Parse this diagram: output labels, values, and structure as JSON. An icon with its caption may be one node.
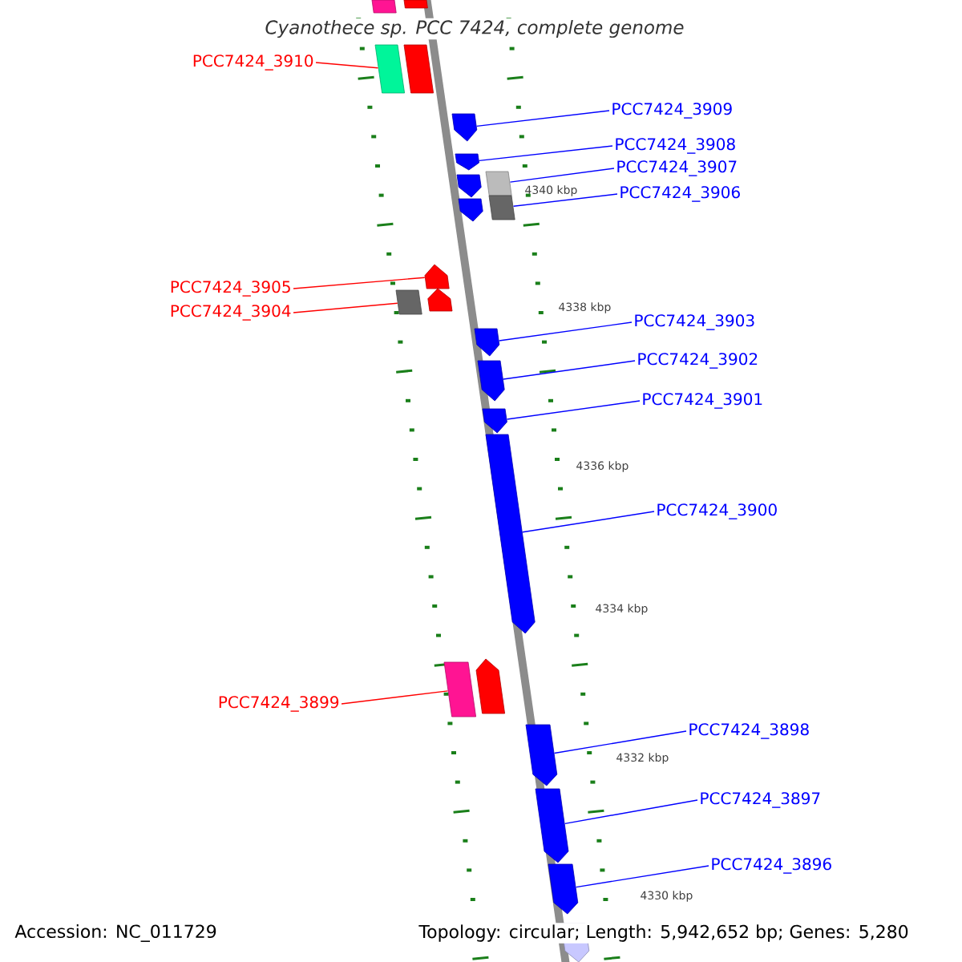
{
  "diagram": {
    "title": "Cyanothece sp. PCC 7424, complete genome",
    "nodes": [
      {
        "text": [
          "PCC7424_3910"
        ]
      },
      {
        "text": [
          "PCC7424_3909"
        ]
      },
      {
        "text": [
          "PCC7424_3908"
        ]
      },
      {
        "text": [
          "PCC7424_3907"
        ]
      },
      {
        "text": [
          "PCC7424_3906"
        ]
      },
      {
        "text": [
          "PCC7424_3905"
        ]
      },
      {
        "text": [
          "PCC7424_3904"
        ]
      },
      {
        "text": [
          "PCC7424_3903"
        ]
      },
      {
        "text": [
          "PCC7424_3902"
        ]
      },
      {
        "text": [
          "PCC7424_3901"
        ]
      },
      {
        "text": [
          "PCC7424_3900"
        ]
      },
      {
        "text": [
          "PCC7424_3899"
        ]
      },
      {
        "text": [
          "PCC7424_3898"
        ]
      },
      {
        "text": [
          "PCC7424_3897"
        ]
      },
      {
        "text": [
          "PCC7424_3896"
        ]
      },
      {
        "text": [],
        "shape": "box"
      },
      {
        "text": [],
        "shape": "box"
      },
      {
        "text": [],
        "shape": "box"
      },
      {
        "text": [],
        "shape": "box"
      },
      {
        "text": [],
        "shape": "pentagon"
      },
      {
        "text": [],
        "shape": "pentagon"
      },
      {
        "text": [],
        "shape": "box"
      },
      {
        "text": [],
        "shape": "pentagon"
      },
      {
        "text": [],
        "shape": "box"
      },
      {
        "text": [],
        "shape": "pentagon"
      },
      {
        "text": [],
        "shape": "pentagon"
      },
      {
        "text": [],
        "shape": "box"
      },
      {
        "text": [],
        "shape": "pentagon"
      },
      {
        "text": [],
        "shape": "pentagon"
      },
      {
        "text": [],
        "shape": "pentagon"
      },
      {
        "text": [],
        "shape": "pentagon"
      },
      {
        "text": [],
        "shape": "pentagon"
      },
      {
        "text": [],
        "shape": "box"
      },
      {
        "text": [],
        "shape": "pentagon"
      },
      {
        "text": [],
        "shape": "pentagon"
      },
      {
        "text": [],
        "shape": "pentagon"
      },
      {
        "text": [],
        "shape": "pentagon"
      },
      {
        "text": [],
        "shape": "pentagon"
      }
    ],
    "edges": [
      {
        "from": 0,
        "to": 17,
        "arrow": "none",
        "color": "#ff0000"
      },
      {
        "from": 1,
        "to": 19,
        "arrow": "none"
      },
      {
        "from": 2,
        "to": 20,
        "arrow": "none"
      },
      {
        "from": 3,
        "to": 21,
        "arrow": "none"
      },
      {
        "from": 4,
        "to": 23,
        "arrow": "none"
      },
      {
        "from": 5,
        "to": 25,
        "arrow": "none",
        "color": "#ff0000"
      },
      {
        "from": 6,
        "to": 26,
        "arrow": "none",
        "color": "#ff0000"
      },
      {
        "from": 7,
        "to": 28,
        "arrow": "none"
      },
      {
        "from": 8,
        "to": 29,
        "arrow": "none"
      },
      {
        "from": 9,
        "to": 30,
        "arrow": "none"
      },
      {
        "from": 10,
        "to": 31,
        "arrow": "none"
      },
      {
        "from": 11,
        "to": 32,
        "arrow": "none",
        "color": "#ff0000"
      },
      {
        "from": 12,
        "to": 34,
        "arrow": "none"
      },
      {
        "from": 13,
        "to": 35,
        "arrow": "none"
      },
      {
        "from": 14,
        "to": 36,
        "arrow": "none"
      }
    ],
    "labels": [
      "4340 kbp",
      "4338 kbp",
      "4336 kbp",
      "4334 kbp",
      "4332 kbp",
      "4330 kbp",
      "Accession: NC_011729",
      "Topology: circular; Length: 5,942,652 bp; Genes: 5,280"
    ]
  }
}
